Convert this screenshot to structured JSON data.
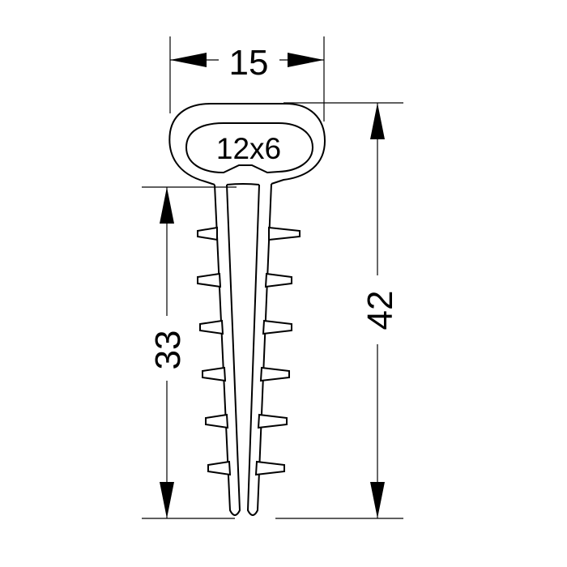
{
  "drawing": {
    "head_label": "12x6",
    "dimensions": {
      "width_label": "15",
      "total_length_label": "42",
      "shaft_length_label": "33"
    }
  },
  "colors": {
    "line": "#000000",
    "background": "#ffffff"
  }
}
